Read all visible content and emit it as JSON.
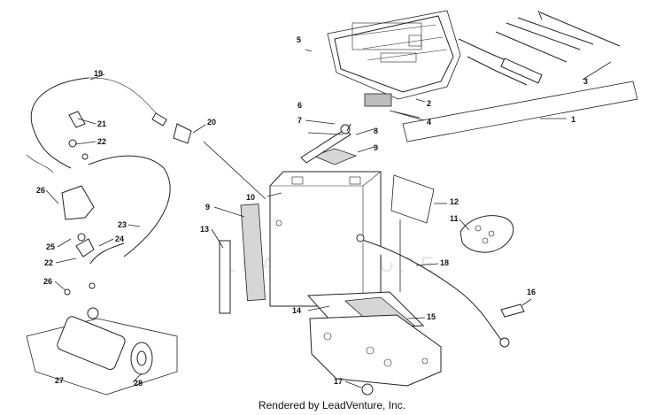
{
  "watermark": "LEADVENTURE",
  "credit": "Rendered by LeadVenture, Inc.",
  "callouts": [
    "1",
    "2",
    "3",
    "4",
    "5",
    "6",
    "7",
    "8",
    "9",
    "9",
    "10",
    "11",
    "12",
    "13",
    "14",
    "15",
    "16",
    "17",
    "18",
    "19",
    "20",
    "21",
    "22",
    "22",
    "23",
    "24",
    "25",
    "26",
    "26",
    "27",
    "28"
  ]
}
